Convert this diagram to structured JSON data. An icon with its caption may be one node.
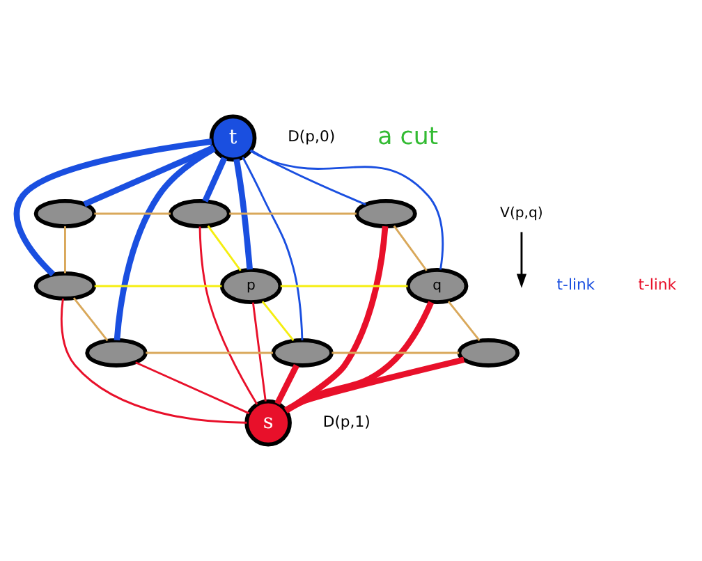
{
  "diagram": {
    "nodes": [
      {
        "text": [
          "t"
        ]
      },
      {
        "text": [],
        "shape": "ellipse"
      },
      {
        "text": [],
        "shape": "ellipse"
      },
      {
        "text": [],
        "shape": "ellipse"
      },
      {
        "text": [],
        "shape": "ellipse"
      },
      {
        "text": [
          "p"
        ]
      },
      {
        "text": [
          "q"
        ]
      },
      {
        "text": [],
        "shape": "ellipse"
      },
      {
        "text": [],
        "shape": "ellipse"
      },
      {
        "text": [],
        "shape": "ellipse"
      },
      {
        "text": [
          "s"
        ]
      },
      {
        "text": [
          "V(p,q)"
        ]
      }
    ],
    "edges": [
      {
        "from": 1,
        "to": 2,
        "arrow": "none",
        "color": "#d9a85a"
      },
      {
        "from": 2,
        "to": 3,
        "arrow": "none",
        "color": "#d9a85a"
      },
      {
        "from": 1,
        "to": 4,
        "arrow": "none",
        "color": "#d9a85a"
      },
      {
        "from": 2,
        "to": 5,
        "arrow": "none",
        "color": "#f5ee10"
      },
      {
        "from": 3,
        "to": 6,
        "arrow": "none",
        "color": "#d9a85a"
      },
      {
        "from": 4,
        "to": 5,
        "arrow": "none",
        "color": "#f5ee10"
      },
      {
        "from": 5,
        "to": 6,
        "arrow": "none",
        "color": "#f5ee10"
      },
      {
        "from": 4,
        "to": 7,
        "arrow": "none",
        "color": "#d9a85a"
      },
      {
        "from": 5,
        "to": 8,
        "arrow": "none",
        "color": "#f5ee10"
      },
      {
        "from": 6,
        "to": 9,
        "arrow": "none",
        "color": "#d9a85a"
      },
      {
        "from": 7,
        "to": 8,
        "arrow": "none",
        "color": "#d9a85a"
      },
      {
        "from": 8,
        "to": 9,
        "arrow": "none",
        "color": "#d9a85a"
      },
      {
        "from": 0,
        "to": 7,
        "arrow": "none",
        "style": "thick",
        "color": "#1a4fe0"
      },
      {
        "from": 0,
        "to": 4,
        "arrow": "none",
        "style": "thick",
        "color": "#1a4fe0"
      },
      {
        "from": 0,
        "to": 1,
        "arrow": "none",
        "style": "thick",
        "color": "#1a4fe0"
      },
      {
        "from": 0,
        "to": 8,
        "arrow": "none",
        "color": "#1a4fe0"
      },
      {
        "from": 0,
        "to": 5,
        "arrow": "none",
        "style": "thick",
        "color": "#1a4fe0"
      },
      {
        "from": 0,
        "to": 2,
        "arrow": "none",
        "style": "thick",
        "color": "#1a4fe0"
      },
      {
        "from": 0,
        "to": 6,
        "arrow": "none",
        "color": "#1a4fe0"
      },
      {
        "from": 0,
        "to": 3,
        "arrow": "none",
        "color": "#1a4fe0"
      },
      {
        "from": 10,
        "to": 7,
        "arrow": "none",
        "color": "#e8102a"
      },
      {
        "from": 10,
        "to": 4,
        "arrow": "none",
        "color": "#e8102a"
      },
      {
        "from": 10,
        "to": 8,
        "arrow": "none",
        "style": "thick",
        "color": "#e8102a"
      },
      {
        "from": 10,
        "to": 5,
        "arrow": "none",
        "color": "#e8102a"
      },
      {
        "from": 10,
        "to": 2,
        "arrow": "none",
        "color": "#e8102a"
      },
      {
        "from": 10,
        "to": 9,
        "arrow": "none",
        "style": "thick",
        "color": "#e8102a"
      },
      {
        "from": 10,
        "to": 6,
        "arrow": "none",
        "style": "thick",
        "color": "#e8102a"
      },
      {
        "from": 10,
        "to": 3,
        "arrow": "none",
        "style": "thick",
        "color": "#e8102a"
      },
      {
        "from": 11,
        "to": null,
        "arrow": "to",
        "color": "#000000"
      }
    ],
    "labels": [
      "D(p,0)",
      "a cut",
      "t-link",
      "t-link",
      "D(p,1)"
    ]
  }
}
